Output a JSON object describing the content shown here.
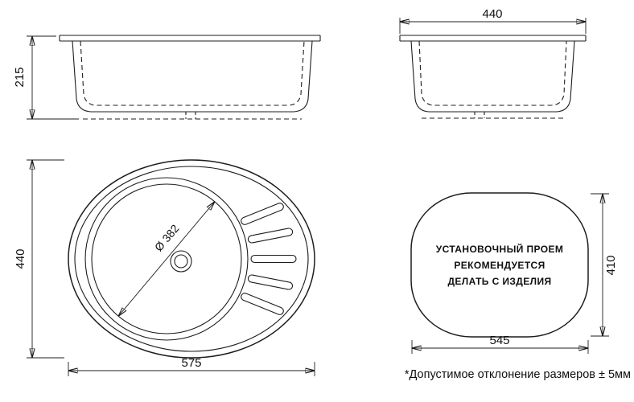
{
  "front_view": {
    "height": "215"
  },
  "side_view": {
    "width": "440"
  },
  "plan_view": {
    "height": "440",
    "width": "575",
    "bowl_diameter": "Ø 382"
  },
  "cutout_view": {
    "line1": "УСТАНОВОЧНЫЙ ПРОЕМ",
    "line2": "РЕКОМЕНДУЕТСЯ",
    "line3": "ДЕЛАТЬ С ИЗДЕЛИЯ",
    "height": "410",
    "width": "545"
  },
  "footnote": "*Допустимое отклонение размеров ± 5мм"
}
